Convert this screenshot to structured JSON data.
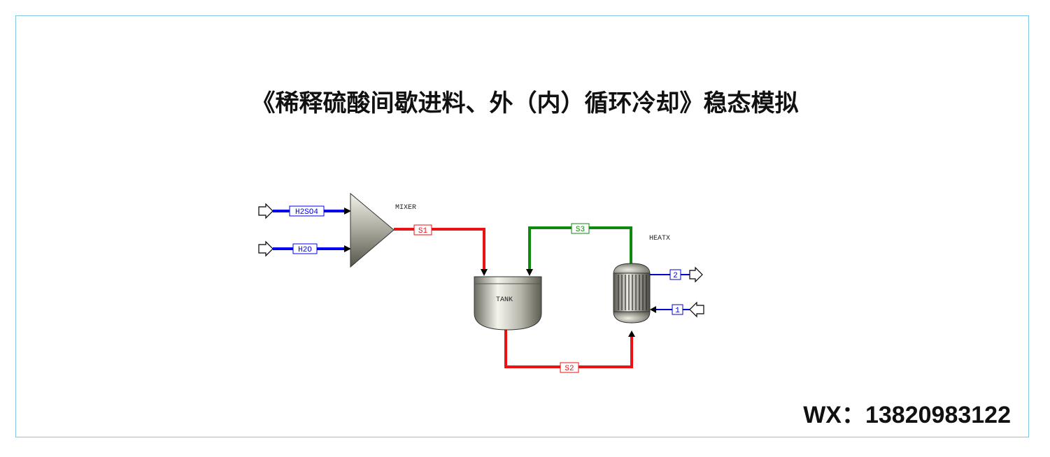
{
  "title": "《稀释硫酸间歇进料、外（内）循环冷却》稳态模拟",
  "contact": "WX：13820983122",
  "units": {
    "mixer": {
      "name": "MIXER"
    },
    "tank": {
      "name": "TANK"
    },
    "heatx": {
      "name": "HEATX"
    }
  },
  "streams": {
    "h2so4": {
      "label": "H2SO4",
      "color": "#0000ee"
    },
    "h2o": {
      "label": "H2O",
      "color": "#0000ee"
    },
    "s1": {
      "label": "S1",
      "color": "#ee1111"
    },
    "s2": {
      "label": "S2",
      "color": "#ee1111"
    },
    "s3": {
      "label": "S3",
      "color": "#118811"
    },
    "coolant_in": {
      "label": "1",
      "color": "#0000cc"
    },
    "coolant_out": {
      "label": "2",
      "color": "#0000cc"
    }
  },
  "colors": {
    "frame_border": "#7fc8e8",
    "feed": "#0000ee",
    "process": "#ee1111",
    "recycle": "#118811",
    "coolant": "#0000cc"
  }
}
